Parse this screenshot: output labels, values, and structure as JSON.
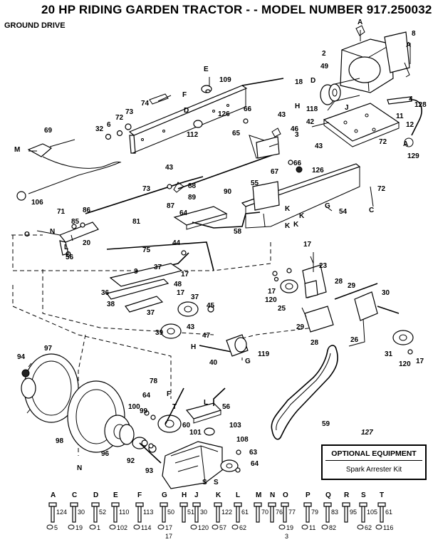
{
  "title": "20 HP RIDING GARDEN TRACTOR - - MODEL NUMBER 917.250032",
  "subtitle": "GROUND DRIVE",
  "optional": {
    "number": "127",
    "title": "OPTIONAL EQUIPMENT",
    "item": "Spark Arrester Kit"
  },
  "callouts": [
    "109",
    "8",
    "2",
    "74",
    "126",
    "66",
    "43",
    "18",
    "49",
    "128",
    "4",
    "32",
    "6",
    "72",
    "73",
    "112",
    "65",
    "3",
    "118",
    "42",
    "11",
    "12",
    "69",
    "46",
    "72",
    "129",
    "43",
    "66",
    "126",
    "67",
    "43",
    "88",
    "90",
    "89",
    "87",
    "55",
    "72",
    "71",
    "86",
    "85",
    "20",
    "81",
    "64",
    "58",
    "54",
    "56",
    "75",
    "44",
    "3",
    "37",
    "17",
    "48",
    "36",
    "38",
    "17",
    "106",
    "37",
    "45",
    "39",
    "43",
    "47",
    "40",
    "119",
    "17",
    "23",
    "120",
    "25",
    "28",
    "29",
    "30",
    "29",
    "28",
    "26",
    "31",
    "120",
    "17",
    "94",
    "97",
    "78",
    "64",
    "100",
    "99",
    "98",
    "60",
    "101",
    "103",
    "56",
    "108",
    "63",
    "64",
    "96",
    "92",
    "93",
    "59"
  ],
  "hardware_key": [
    {
      "letter": "A",
      "top": "124",
      "bottom": "5"
    },
    {
      "letter": "C",
      "top": "30",
      "bottom": "19"
    },
    {
      "letter": "D",
      "top": "52",
      "bottom": "1"
    },
    {
      "letter": "E",
      "top": "110",
      "bottom": "102"
    },
    {
      "letter": "F",
      "top": "113",
      "bottom": "114"
    },
    {
      "letter": "G",
      "top": "50",
      "bottom": "17"
    },
    {
      "letter": "H",
      "top": "51",
      "bottom": ""
    },
    {
      "letter": "J",
      "top": "30",
      "bottom": "120"
    },
    {
      "letter": "K",
      "top": "122",
      "bottom": "57"
    },
    {
      "letter": "L",
      "top": "61",
      "bottom": "62"
    },
    {
      "letter": "M",
      "top": "70",
      "bottom": ""
    },
    {
      "letter": "N",
      "top": "76",
      "bottom": ""
    },
    {
      "letter": "O",
      "top": "77",
      "bottom": "19"
    },
    {
      "letter": "P",
      "top": "79",
      "bottom": "11"
    },
    {
      "letter": "Q",
      "top": "83",
      "bottom": "82"
    },
    {
      "letter": "R",
      "top": "95",
      "bottom": ""
    },
    {
      "letter": "S",
      "top": "105",
      "bottom": "62"
    },
    {
      "letter": "T",
      "top": "61",
      "bottom": "116"
    }
  ],
  "hardware_extra": [
    "17",
    "3"
  ]
}
